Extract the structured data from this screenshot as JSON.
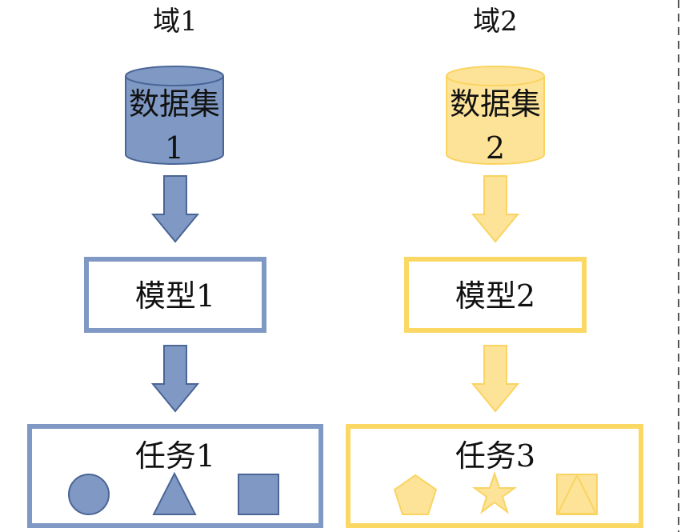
{
  "colors": {
    "blue_fill": "#7f99c4",
    "blue_stroke": "#4a6596",
    "blue_box": "#7f99c4",
    "yellow_fill": "#fde398",
    "yellow_stroke": "#f9d462",
    "yellow_box": "#fbd863",
    "text": "#111111",
    "separator": "#555555"
  },
  "domains": [
    {
      "title": "域1",
      "dataset": {
        "line1": "数据集",
        "line2": "1"
      },
      "model": "模型1",
      "task": "任务1",
      "shapes": [
        "circle-icon",
        "triangle-icon",
        "square-icon"
      ]
    },
    {
      "title": "域2",
      "dataset": {
        "line1": "数据集",
        "line2": "2"
      },
      "model": "模型2",
      "task": "任务3",
      "shapes": [
        "pentagon-icon",
        "star-icon",
        "square-with-triangle-icon"
      ]
    }
  ]
}
